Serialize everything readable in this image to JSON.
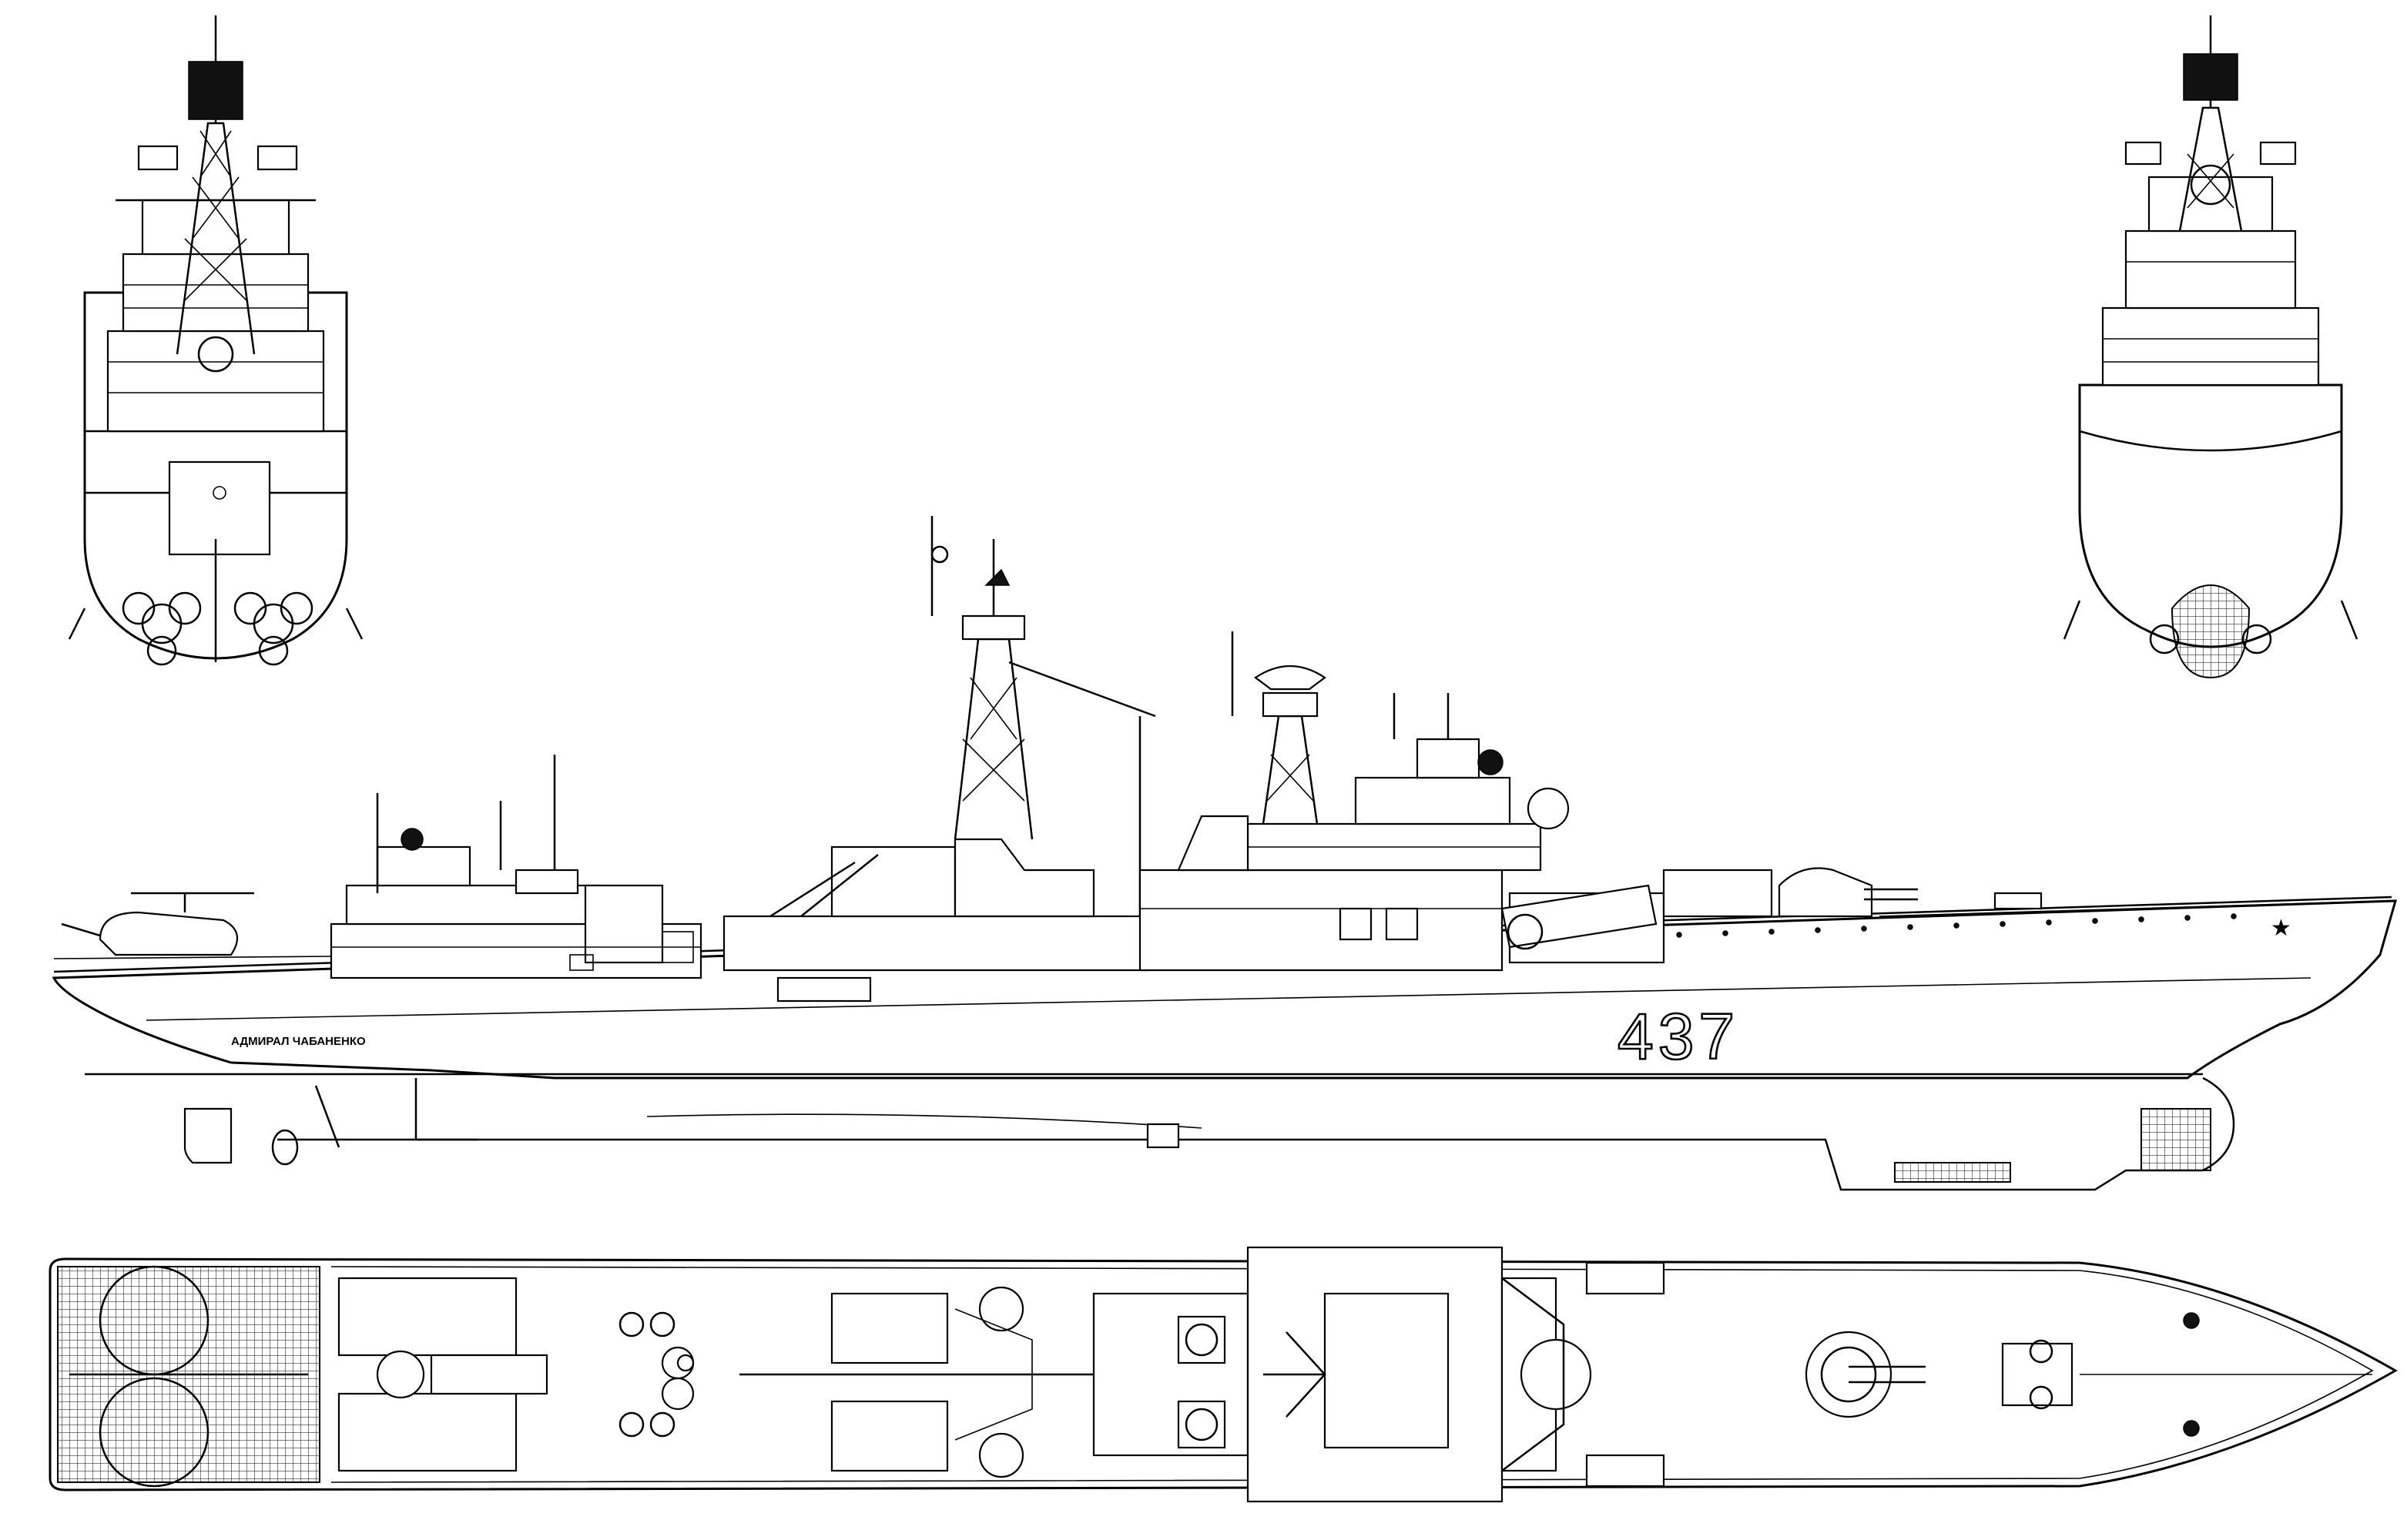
{
  "side_view": {
    "hull_number": "437",
    "ship_name": "АДМИРАЛ ЧАБАНЕНКО",
    "star_symbol": "★"
  },
  "views": [
    {
      "id": "stern-view"
    },
    {
      "id": "bow-view"
    },
    {
      "id": "side-elevation"
    },
    {
      "id": "plan-view"
    }
  ]
}
